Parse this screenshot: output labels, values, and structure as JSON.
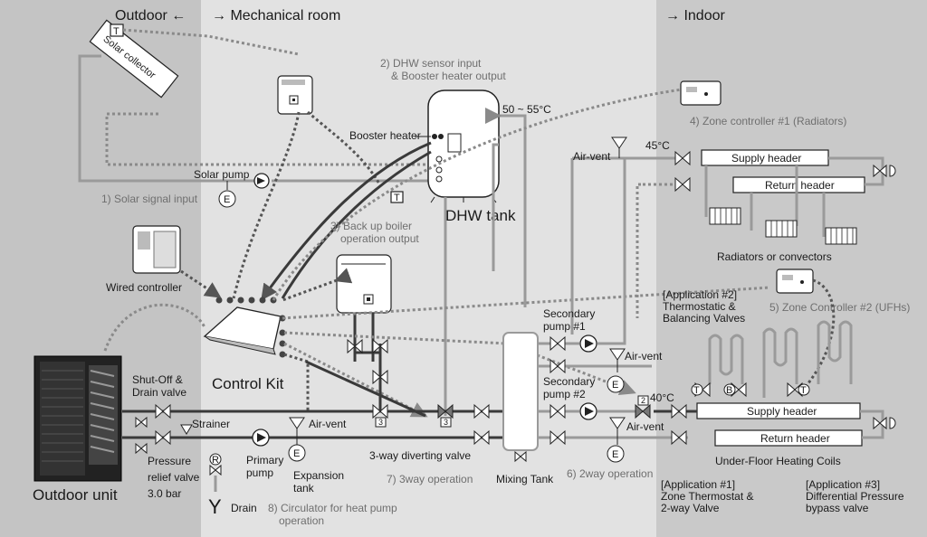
{
  "zones": {
    "outdoor": "Outdoor ←",
    "mechanical": "→ Mechanical room",
    "indoor": "→ Indoor"
  },
  "labels": {
    "solar_collector": "Solar collector",
    "solar_pump": "Solar pump",
    "solar_signal": "1) Solar signal input",
    "wired_controller": "Wired controller",
    "dhw_sensor_l1": "2) DHW sensor input",
    "dhw_sensor_l2": "& Booster heater output",
    "booster_heater": "Booster heater",
    "temp_50_55": "50 ~ 55°C",
    "dhw_tank": "DHW tank",
    "backup_l1": "3) Back up boiler",
    "backup_l2": "operation output",
    "zone1": "4) Zone controller #1 (Radiators)",
    "air_vent": "Air-vent",
    "temp_45": "45°C",
    "temp_40": "40°C",
    "supply_header": "Supply header",
    "return_header": "Return header",
    "radiators": "Radiators or convectors",
    "app2_l1": "[Application #2]",
    "app2_l2": "Thermostatic &",
    "app2_l3": "Balancing Valves",
    "zone2": "5) Zone Controller #2 (UFHs)",
    "sec_pump1_l1": "Secondary",
    "sec_pump1_l2": "pump #1",
    "sec_pump2_l1": "Secondary",
    "sec_pump2_l2": "pump #2",
    "control_kit": "Control Kit",
    "shutoff_l1": "Shut-Off &",
    "shutoff_l2": "Drain valve",
    "strainer": "Strainer",
    "pressure_l1": "Pressure",
    "pressure_l2": "relief valve",
    "pressure_l3": "3.0 bar",
    "primary_l1": "Primary",
    "primary_l2": "pump",
    "expansion_l1": "Expansion",
    "expansion_l2": "tank",
    "drain": "Drain",
    "circ_l1": "8) Circulator for heat pump",
    "circ_l2": "operation",
    "diverting": "3-way diverting valve",
    "op3way": "7) 3way operation",
    "mixing": "Mixing Tank",
    "op2way": "6) 2way operation",
    "ufh": "Under-Floor Heating Coils",
    "app1_l1": "[Application #1]",
    "app1_l2": "Zone Thermostat &",
    "app1_l3": "2-way Valve",
    "app3_l1": "[Application #3]",
    "app3_l2": "Differential Pressure",
    "app3_l3": "bypass valve",
    "outdoor_unit": "Outdoor unit",
    "letter_t": "T",
    "letter_e": "E",
    "letter_r": "R",
    "letter_b": "B",
    "num_2": "2",
    "num_3": "3",
    "drain_y": "Y"
  },
  "colors": {
    "outdoor_bg": "#c4c4c4",
    "mech_bg": "#e2e2e2",
    "indoor_bg": "#c9c9c9"
  }
}
